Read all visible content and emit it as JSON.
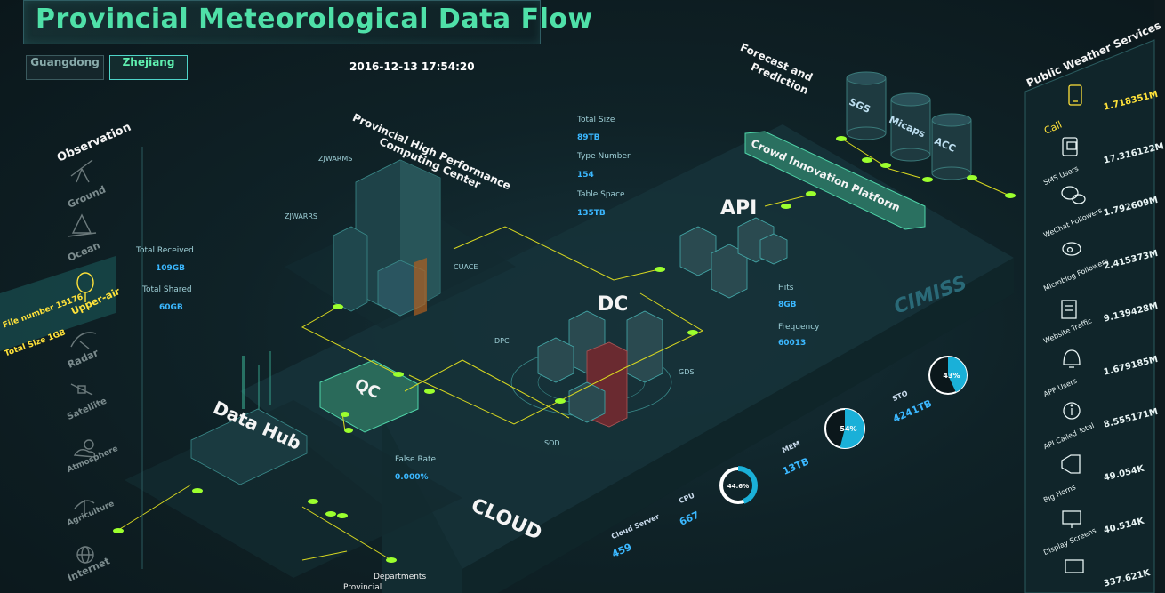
{
  "title": "Provincial Meteorological Data Flow",
  "tabs": [
    {
      "label": "Guangdong",
      "active": false
    },
    {
      "label": "Zhejiang",
      "active": true
    }
  ],
  "datetime": "2016-12-13 17:54:20",
  "observation": {
    "heading": "Observation",
    "items": [
      "Ground",
      "Ocean",
      "Upper-air",
      "Radar",
      "Satellite",
      "Atmosphere",
      "Agriculture",
      "Internet"
    ],
    "highlight": {
      "file_number_label": "File number",
      "file_number": "15176",
      "total_size_label": "Total Size",
      "total_size": "1GB"
    }
  },
  "hpc": {
    "title_line1": "Provincial High Performance",
    "title_line2": "Computing Center",
    "nodes": [
      "ZJWARMS",
      "ZJWARRS",
      "CUACE"
    ]
  },
  "data_hub": {
    "title": "Data Hub",
    "total_received_label": "Total Received",
    "total_received": "109GB",
    "total_shared_label": "Total Shared",
    "total_shared": "60GB"
  },
  "qc": {
    "title": "QC",
    "false_rate_label": "False Rate",
    "false_rate": "0.000%"
  },
  "dc": {
    "title": "DC",
    "nodes": [
      "DPC",
      "GDS",
      "SOD"
    ],
    "total_size_label": "Total Size",
    "total_size": "89TB",
    "type_number_label": "Type Number",
    "type_number": "154",
    "table_space_label": "Table Space",
    "table_space": "135TB"
  },
  "api": {
    "title": "API",
    "hits_label": "Hits",
    "hits": "8GB",
    "frequency_label": "Frequency",
    "frequency": "60013"
  },
  "forecast": {
    "title_line1": "Forecast and",
    "title_line2": "Prediction",
    "systems": [
      "SGS",
      "Micaps",
      "ACC"
    ]
  },
  "crowd": {
    "title": "Crowd Innovation Platform"
  },
  "cimiss": "CIMISS",
  "cloud": {
    "title": "CLOUD",
    "metrics": [
      {
        "label": "Cloud Server",
        "value": "459"
      },
      {
        "label": "CPU",
        "value": "667"
      },
      {
        "label": "MEM",
        "value": "13TB"
      },
      {
        "label": "STO",
        "value": "4241TB"
      }
    ]
  },
  "bottom_legend": {
    "departments": "Departments",
    "provincial": "Provincial"
  },
  "public_services": {
    "heading": "Public Weather Services",
    "items": [
      {
        "label": "Call",
        "value": "1.718351M",
        "highlight": true
      },
      {
        "label": "SMS Users",
        "value": "17.316122M"
      },
      {
        "label": "WeChat Followers",
        "value": "1.792609M"
      },
      {
        "label": "Microblog Followers",
        "value": "2.415373M"
      },
      {
        "label": "Website Traffic",
        "value": "9.139428M"
      },
      {
        "label": "APP Users",
        "value": "1.679185M"
      },
      {
        "label": "API Called Total",
        "value": "8.555171M"
      },
      {
        "label": "Big Horns",
        "value": "49.054K"
      },
      {
        "label": "Display Screens",
        "value": "40.514K"
      },
      {
        "label": "",
        "value": "337.621K"
      }
    ]
  },
  "chart_data": {
    "type": "pie",
    "title": "",
    "series": [
      {
        "name": "CPU",
        "percent": 44.6,
        "label": "44.6%"
      },
      {
        "name": "MEM",
        "percent": 54,
        "label": "54%"
      },
      {
        "name": "STO",
        "percent": 43,
        "label": "43%"
      }
    ]
  },
  "colors": {
    "title": "#4fe0a8",
    "accent": "#3bb8ff",
    "node": "#9cff2e",
    "line": "#d8d820",
    "highlight": "#ffe23a"
  }
}
